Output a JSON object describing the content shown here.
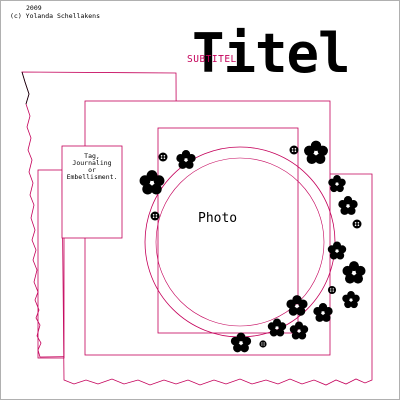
{
  "copyright": {
    "year": "2009",
    "line": "(c) Yolanda Schellakens"
  },
  "title": "Titel",
  "subtitle": "SUBTITEL",
  "tag_text": [
    "Tag,",
    "Journaling",
    "or",
    "Embellisment."
  ],
  "photo_label": "Photo",
  "colors": {
    "accent": "#c4005a",
    "ink": "#000000",
    "paper": "#ffffff",
    "border": "#b0b0b0"
  },
  "decorations": {
    "flower_icon": "flower-icon",
    "button_icon": "button-icon"
  }
}
